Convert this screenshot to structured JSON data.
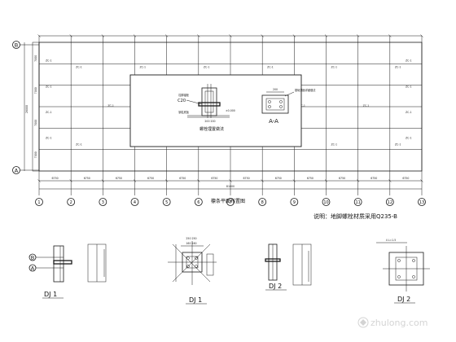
{
  "plan": {
    "top_axis": "B",
    "bottom_axis": "A",
    "column_marks": [
      "1",
      "2",
      "3",
      "4",
      "5",
      "6",
      "7",
      "8",
      "9",
      "10",
      "11",
      "12",
      "13"
    ],
    "bay_dims": [
      "6750",
      "6750",
      "6750",
      "6750",
      "6750",
      "6750",
      "6750",
      "6750",
      "6750",
      "6750",
      "6750",
      "6750"
    ],
    "height_dims": [
      "7000",
      "7000",
      "7000",
      "7000"
    ],
    "total_height": "28000",
    "total_length": "81000",
    "bracing_tag": "ZC-1",
    "title": "檩条平面布置图",
    "note": "说明：地脚螺栓材质采用Q235-B"
  },
  "detail_box": {
    "concrete_label": "C20",
    "level_label": "±0.000",
    "dim_label": "200 200",
    "caption_left": "螺栓埋置做法",
    "section_label": "A-A",
    "dim_top": "200",
    "right_note": "基础顶面详细做法",
    "callout_left": "柱脚锚栓",
    "callout_right": "钢柱底板"
  },
  "bottom_details": [
    {
      "label": "DJ 1"
    },
    {
      "label": "DJ 1",
      "dims": "160 160",
      "dims2": "250 250"
    },
    {
      "label": "DJ 2"
    },
    {
      "label": "DJ 2",
      "dims": "4 L=1.5"
    }
  ],
  "bottom_axes": {
    "left_top": "B",
    "left_bottom": "A"
  },
  "watermark": "zhulong.com"
}
